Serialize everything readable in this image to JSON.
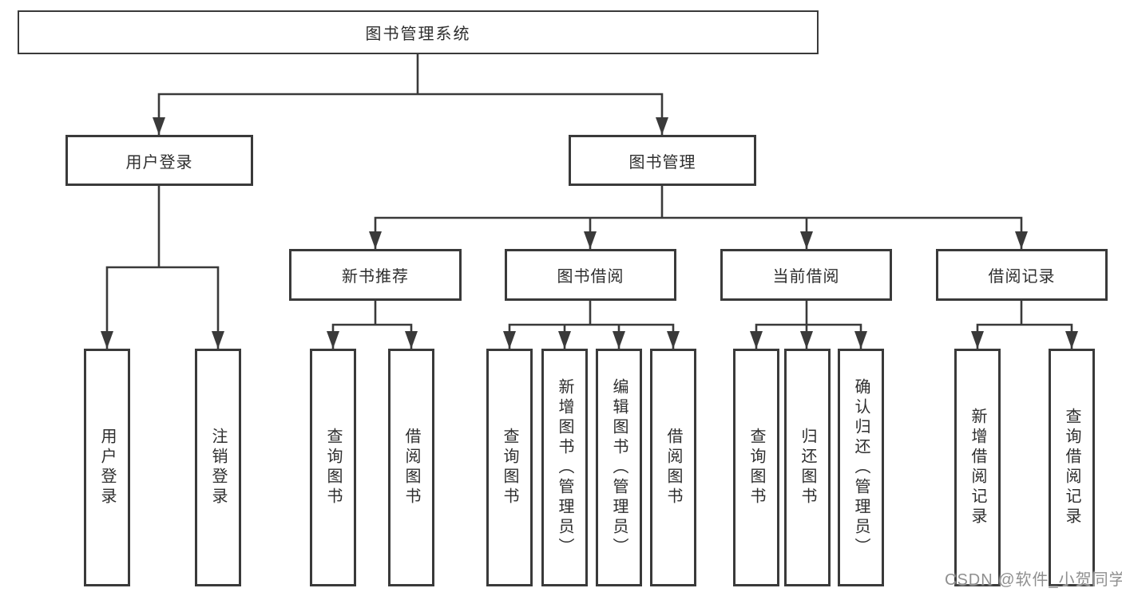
{
  "tree": {
    "label": "图书管理系统",
    "children": [
      {
        "label": "用户登录",
        "children": [
          {
            "label": "用户登录"
          },
          {
            "label": "注销登录"
          }
        ]
      },
      {
        "label": "图书管理",
        "children": [
          {
            "label": "新书推荐",
            "children": [
              {
                "label": "查询图书"
              },
              {
                "label": "借阅图书"
              }
            ]
          },
          {
            "label": "图书借阅",
            "children": [
              {
                "label": "查询图书"
              },
              {
                "label": "新增图书（管理员）"
              },
              {
                "label": "编辑图书（管理员）"
              },
              {
                "label": "借阅图书"
              }
            ]
          },
          {
            "label": "当前借阅",
            "children": [
              {
                "label": "查询图书"
              },
              {
                "label": "归还图书"
              },
              {
                "label": "确认归还（管理员）"
              }
            ]
          },
          {
            "label": "借阅记录",
            "children": [
              {
                "label": "新增借阅记录"
              },
              {
                "label": "查询借阅记录"
              }
            ]
          }
        ]
      }
    ]
  },
  "watermark": {
    "text": "CSDN @软件_小贺同学"
  },
  "colors": {
    "line": "#3a3a3a",
    "text": "#2e2e2e",
    "watermark": "#8f8f8f",
    "background": "#ffffff"
  }
}
